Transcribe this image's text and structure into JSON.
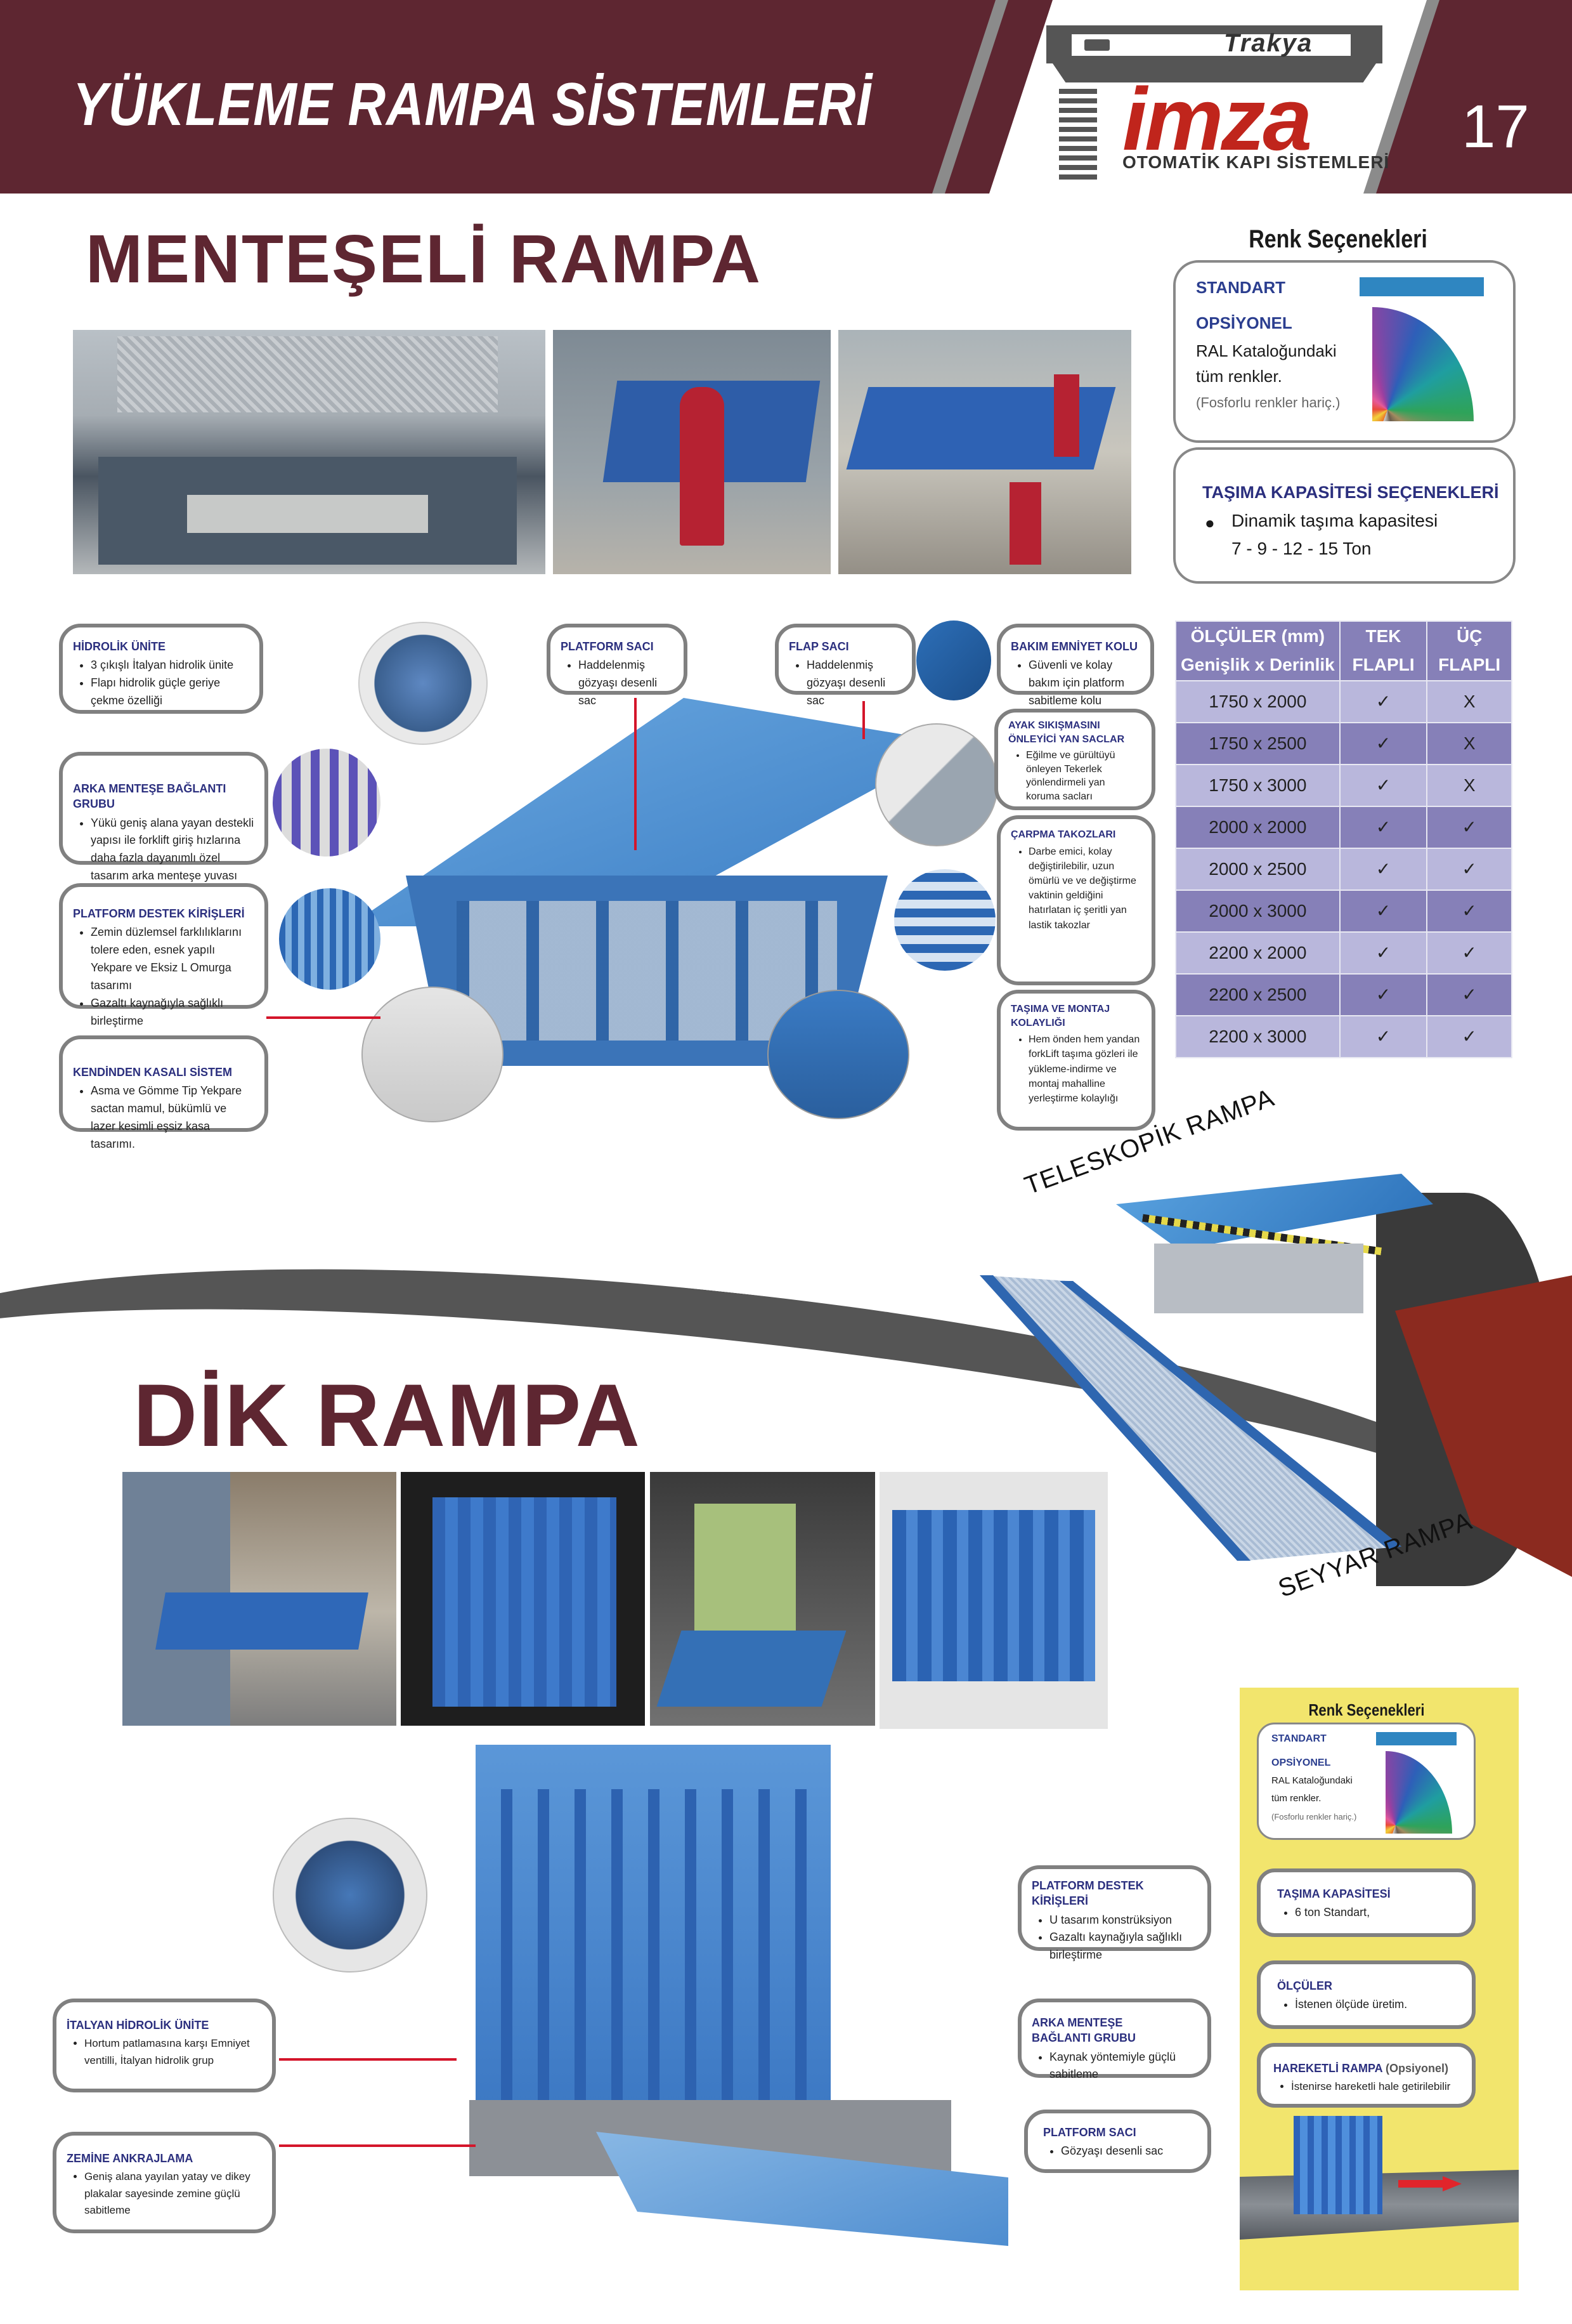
{
  "header": {
    "title": "YÜKLEME RAMPA SİSTEMLERİ",
    "page_number": "17",
    "logo": {
      "top_text": "Trakya",
      "brand": "imza",
      "subtitle": "OTOMATİK KAPI SİSTEMLERİ"
    },
    "colors": {
      "band": "#5e2631",
      "logo_red": "#c0251c",
      "stripe": "#8b8b8b"
    }
  },
  "menteseli": {
    "title": "MENTEŞELİ RAMPA",
    "photos": [
      "photo-ramp-pit-closeup",
      "photo-worker-installing-ramp",
      "photo-workers-assembling-ramp"
    ],
    "color_options": {
      "heading": "Renk Seçenekleri",
      "standard_label": "STANDART",
      "standard_color": "#2f86c1",
      "optional_label": "OPSİYONEL",
      "optional_line1": "RAL Kataloğundaki",
      "optional_line2": "tüm renkler.",
      "note": "(Fosforlu renkler hariç.)"
    },
    "capacity": {
      "title": "TAŞIMA KAPASİTESİ SEÇENEKLERİ",
      "line1": "Dinamik taşıma kapasitesi",
      "line2": "7 - 9 - 12 - 15 Ton"
    },
    "callouts": {
      "hidrolik": {
        "title": "HİDROLİK ÜNİTE",
        "items": [
          "3 çıkışlı İtalyan hidrolik ünite",
          "Flapı hidrolik güçle geriye çekme özelliği"
        ]
      },
      "arka_mentese": {
        "title": "ARKA MENTEŞE BAĞLANTI GRUBU",
        "items": [
          "Yükü geniş alana yayan destekli yapısı ile forklift giriş hızlarına daha fazla dayanımlı özel tasarım arka menteşe yuvası"
        ]
      },
      "platform_destek": {
        "title": "PLATFORM DESTEK KİRİŞLERİ",
        "items": [
          "Zemin düzlemsel farklılıklarını tolere eden, esnek yapılı Yekpare ve Eksiz L Omurga tasarımı",
          "Gazaltı kaynağıyla sağlıklı birleştirme"
        ]
      },
      "kendinden_kasali": {
        "title": "KENDİNDEN KASALI SİSTEM",
        "items": [
          "Asma ve Gömme Tip Yekpare sactan mamul, bükümlü ve lazer kesimli eşsiz kasa tasarımı."
        ]
      },
      "platform_saci": {
        "title": "PLATFORM SACI",
        "items": [
          "Haddelenmiş gözyaşı desenli sac"
        ]
      },
      "flap_saci": {
        "title": "FLAP SACI",
        "items": [
          "Haddelenmiş gözyaşı desenli sac"
        ]
      },
      "bakim_emniyet": {
        "title": "BAKIM EMNİYET KOLU",
        "items": [
          "Güvenli ve kolay bakım için platform sabitleme kolu"
        ]
      },
      "ayak_sikisma": {
        "title": "AYAK SIKIŞMASINI ÖNLEYİCİ YAN SACLAR",
        "items": [
          "Eğilme ve gürültüyü önleyen Tekerlek yönlendirmeli yan koruma sacları"
        ]
      },
      "carpma_takoz": {
        "title": "ÇARPMA TAKOZLARI",
        "items": [
          "Darbe emici, kolay değiştirilebilir, uzun ömürlü ve ve değiştirme vaktinin geldiğini hatırlatan iç şeritli yan lastik takozlar"
        ]
      },
      "tasima_montaj": {
        "title": "TAŞIMA VE MONTAJ KOLAYLIĞI",
        "items": [
          "Hem önden hem yandan forkLift taşıma gözleri ile yükleme-indirme ve montaj mahalline yerleştirme kolaylığı"
        ]
      }
    },
    "size_table": {
      "headers": [
        {
          "line1": "ÖLÇÜLER (mm)",
          "line2": "Genişlik x Derinlik"
        },
        {
          "line1": "TEK",
          "line2": "FLAPLI"
        },
        {
          "line1": "ÜÇ",
          "line2": "FLAPLI"
        }
      ],
      "rows": [
        {
          "size": "1750 x 2000",
          "tek": "✓",
          "uc": "X"
        },
        {
          "size": "1750 x 2500",
          "tek": "✓",
          "uc": "X"
        },
        {
          "size": "1750 x 3000",
          "tek": "✓",
          "uc": "X"
        },
        {
          "size": "2000 x 2000",
          "tek": "✓",
          "uc": "✓"
        },
        {
          "size": "2000 x 2500",
          "tek": "✓",
          "uc": "✓"
        },
        {
          "size": "2000 x 3000",
          "tek": "✓",
          "uc": "✓"
        },
        {
          "size": "2200 x 2000",
          "tek": "✓",
          "uc": "✓"
        },
        {
          "size": "2200 x 2500",
          "tek": "✓",
          "uc": "✓"
        },
        {
          "size": "2200 x 3000",
          "tek": "✓",
          "uc": "✓"
        }
      ],
      "colors": {
        "header": "#8680b8",
        "row_light": "#b9b7dc",
        "row_dark": "#8680b8"
      }
    }
  },
  "labels": {
    "teleskopik": "TELESKOPİK RAMPA",
    "seyyar": "SEYYAR RAMPA"
  },
  "dik": {
    "title": "DİK RAMPA",
    "photos": [
      "photo-vertical-ramp-warehouse",
      "photo-vertical-ramp-upright",
      "photo-ramp-in-doorway",
      "photo-vertical-ramp-unit"
    ],
    "color_options": {
      "heading": "Renk Seçenekleri",
      "standard_label": "STANDART",
      "standard_color": "#2f86c1",
      "optional_label": "OPSİYONEL",
      "optional_line1": "RAL Kataloğundaki",
      "optional_line2": "tüm renkler.",
      "note": "(Fosforlu renkler hariç.)"
    },
    "callouts": {
      "platform_destek": {
        "title": "PLATFORM DESTEK KİRİŞLERİ",
        "items": [
          "U tasarım konstrüksiyon",
          "Gazaltı kaynağıyla sağlıklı birleştirme"
        ]
      },
      "arka_mentese": {
        "title": "ARKA MENTEŞE BAĞLANTI GRUBU",
        "items": [
          "Kaynak yöntemiyle güçlü sabitleme"
        ]
      },
      "platform_saci": {
        "title": "PLATFORM SACI",
        "items": [
          "Gözyaşı desenli sac"
        ]
      },
      "italyan_hidrolik": {
        "title": "İTALYAN HİDROLİK ÜNİTE",
        "items": [
          "Hortum patlamasına karşı Emniyet ventilli, İtalyan hidrolik grup"
        ]
      },
      "zemine_ankraj": {
        "title": "ZEMİNE ANKRAJLAMA",
        "items": [
          "Geniş alana yayılan yatay ve dikey plakalar sayesinde zemine güçlü sabitleme"
        ]
      },
      "tasima_kapasitesi": {
        "title": "TAŞIMA KAPASİTESİ",
        "items": [
          "6 ton Standart,"
        ]
      },
      "olculer": {
        "title": "ÖLÇÜLER",
        "items": [
          "İstenen ölçüde üretim."
        ]
      },
      "hareketli": {
        "title": "HAREKETLİ RAMPA",
        "title_suffix": "(Opsiyonel)",
        "items": [
          "İstenirse hareketli hale getirilebilir"
        ]
      }
    },
    "panel_color": "#f2e56d"
  }
}
